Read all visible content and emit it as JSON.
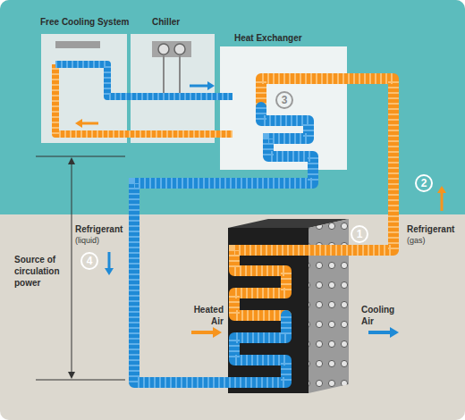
{
  "diagram": {
    "nodes": [
      {
        "text": [
          "Free Cooling System"
        ]
      },
      {
        "text": [
          "Chiller"
        ]
      },
      {
        "text": [
          "Heat Exchanger"
        ]
      }
    ],
    "labels": [
      "3",
      "2",
      "Refrigerant",
      "(gas)",
      "Refrigerant",
      "(liquid)",
      "4",
      "1",
      "Source of circulation power",
      "Heated Air",
      "Cooling Air"
    ]
  }
}
